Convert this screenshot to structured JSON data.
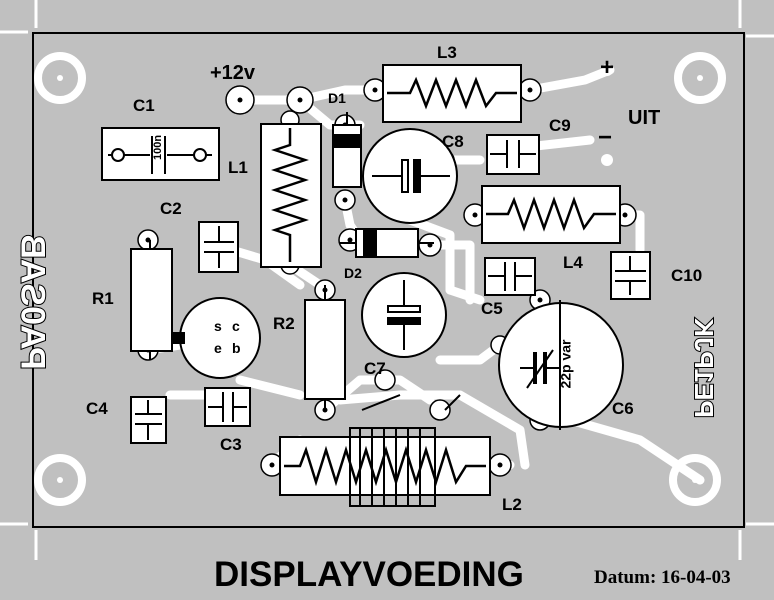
{
  "title": "DISPLAYVOEDING",
  "date_label": "Datum: 16-04-03",
  "supply_label": "+12v",
  "output_label": "UIT",
  "plus_sign": "+",
  "minus_sign": "−",
  "mirrored_text_left": "PA0SAB",
  "mirrored_text_right": "PE1PJK",
  "components": {
    "C1": "C1",
    "C1_value": "100n",
    "C2": "C2",
    "C3": "C3",
    "C4": "C4",
    "C5": "C5",
    "C6": "C6",
    "C6_value": "22p var",
    "C7": "C7",
    "C8": "C8",
    "C9": "C9",
    "C10": "C10",
    "L1": "L1",
    "L2": "L2",
    "L3": "L3",
    "L4": "L4",
    "R1": "R1",
    "R2": "R2",
    "D1": "D1",
    "D2": "D2",
    "transistor_pins": [
      "s",
      "c",
      "e",
      "b"
    ]
  }
}
